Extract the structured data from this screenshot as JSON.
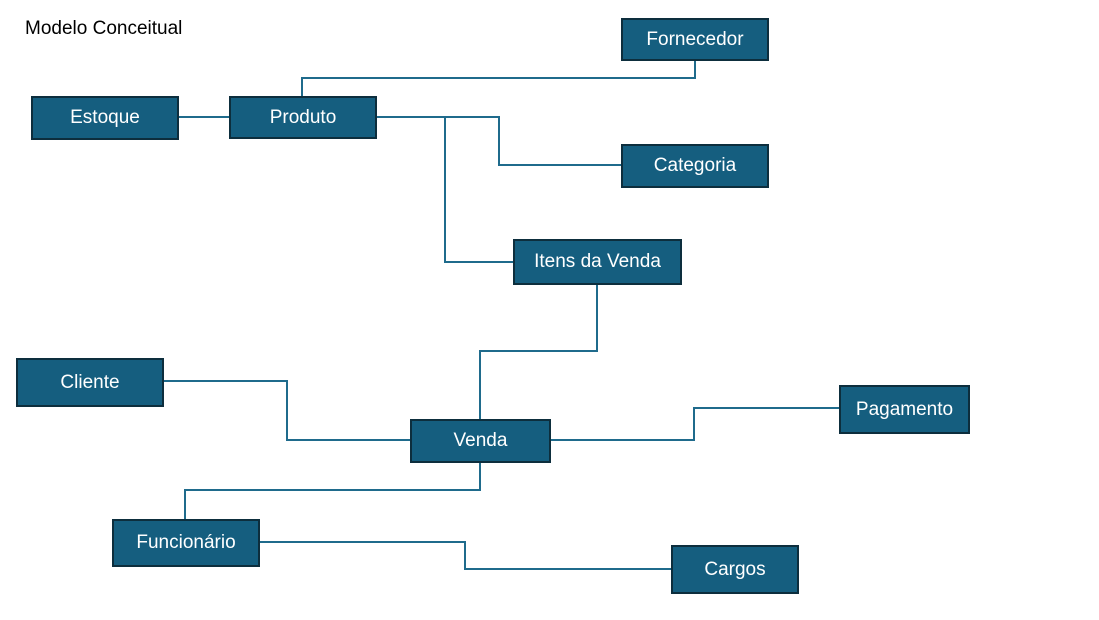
{
  "diagram": {
    "title": "Modelo Conceitual",
    "colors": {
      "node_fill": "#155e7f",
      "node_border": "#0d2e3d",
      "node_text": "#ffffff",
      "connector": "#1f6b8c"
    },
    "nodes": {
      "estoque": "Estoque",
      "produto": "Produto",
      "fornecedor": "Fornecedor",
      "categoria": "Categoria",
      "itens_venda": "Itens da Venda",
      "cliente": "Cliente",
      "venda": "Venda",
      "pagamento": "Pagamento",
      "funcionario": "Funcionário",
      "cargos": "Cargos"
    },
    "relationships": [
      {
        "from": "estoque",
        "to": "produto"
      },
      {
        "from": "produto",
        "to": "fornecedor"
      },
      {
        "from": "produto",
        "to": "categoria"
      },
      {
        "from": "produto",
        "to": "itens_venda"
      },
      {
        "from": "itens_venda",
        "to": "venda"
      },
      {
        "from": "cliente",
        "to": "venda"
      },
      {
        "from": "venda",
        "to": "pagamento"
      },
      {
        "from": "venda",
        "to": "funcionario"
      },
      {
        "from": "funcionario",
        "to": "cargos"
      }
    ]
  }
}
